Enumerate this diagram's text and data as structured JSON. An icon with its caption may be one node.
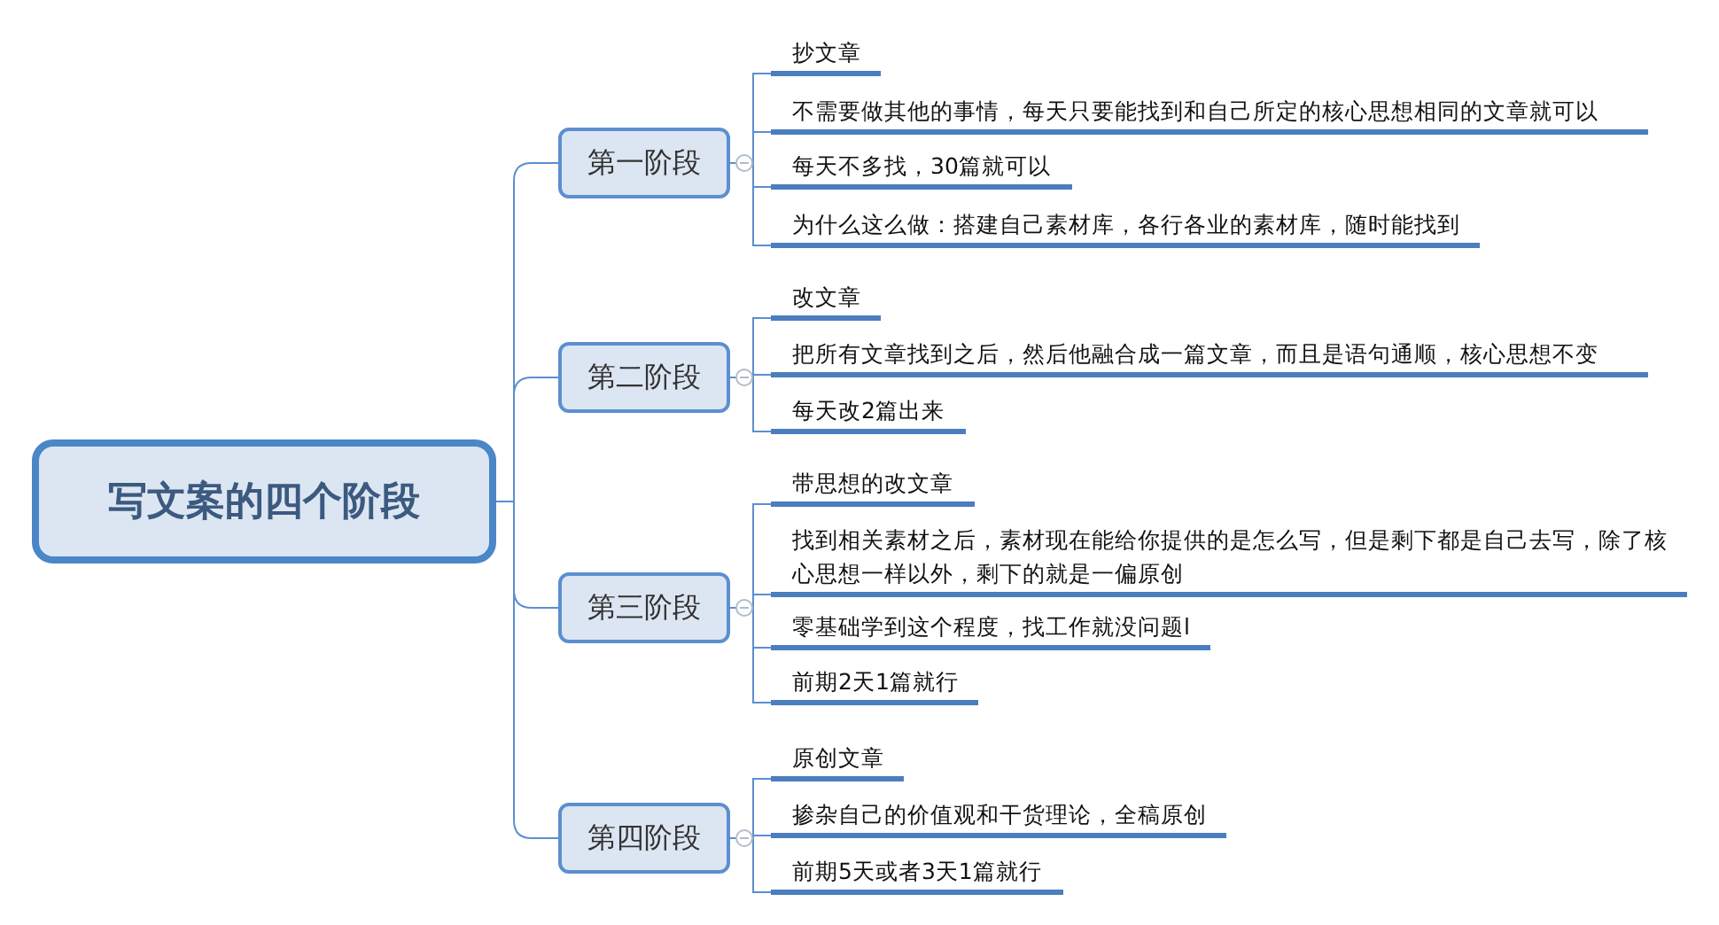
{
  "diagram": {
    "nodes": [
      {
        "text": [
          "写文案的四个阶段"
        ]
      },
      {
        "text": [
          "第一阶段"
        ]
      },
      {
        "text": [
          "抄文章"
        ]
      },
      {
        "text": [
          "不需要做其他的事情，每天只要能找到和自己所定的核心思想相同的文章就可以"
        ]
      },
      {
        "text": [
          "每天不多找，30篇就可以"
        ]
      },
      {
        "text": [
          "为什么这么做：搭建自己素材库，各行各业的素材库，随时能找到"
        ]
      },
      {
        "text": [
          "第二阶段"
        ]
      },
      {
        "text": [
          "改文章"
        ]
      },
      {
        "text": [
          "把所有文章找到之后，然后他融合成一篇文章，而且是语句通顺，核心思想不变"
        ]
      },
      {
        "text": [
          "每天改2篇出来"
        ]
      },
      {
        "text": [
          "第三阶段"
        ]
      },
      {
        "text": [
          "带思想的改文章"
        ]
      },
      {
        "text": [
          "找到相关素材之后，素材现在能给你提供的是怎么写，但是剩下都是自己去写，除了核心思想一样以外，剩下的就是一偏原创"
        ]
      },
      {
        "text": [
          "零基础学到这个程度，找工作就没问题l"
        ]
      },
      {
        "text": [
          "前期2天1篇就行"
        ]
      },
      {
        "text": [
          "第四阶段"
        ]
      },
      {
        "text": [
          "原创文章"
        ]
      },
      {
        "text": [
          "掺杂自己的价值观和干货理论，全稿原创"
        ]
      },
      {
        "text": [
          "前期5天或者3天1篇就行"
        ]
      }
    ],
    "edges": [
      {
        "from": 0,
        "to": 1,
        "arrow": "none"
      },
      {
        "from": 0,
        "to": 6,
        "arrow": "none"
      },
      {
        "from": 0,
        "to": 10,
        "arrow": "none"
      },
      {
        "from": 0,
        "to": 15,
        "arrow": "none"
      },
      {
        "from": 1,
        "to": 2,
        "arrow": "none"
      },
      {
        "from": 1,
        "to": 3,
        "arrow": "none"
      },
      {
        "from": 1,
        "to": 4,
        "arrow": "none"
      },
      {
        "from": 1,
        "to": 5,
        "arrow": "none"
      },
      {
        "from": 6,
        "to": 7,
        "arrow": "none"
      },
      {
        "from": 6,
        "to": 8,
        "arrow": "none"
      },
      {
        "from": 6,
        "to": 9,
        "arrow": "none"
      },
      {
        "from": 10,
        "to": 11,
        "arrow": "none"
      },
      {
        "from": 10,
        "to": 12,
        "arrow": "none"
      },
      {
        "from": 10,
        "to": 13,
        "arrow": "none"
      },
      {
        "from": 10,
        "to": 14,
        "arrow": "none"
      },
      {
        "from": 15,
        "to": 16,
        "arrow": "none"
      },
      {
        "from": 15,
        "to": 17,
        "arrow": "none"
      },
      {
        "from": 15,
        "to": 18,
        "arrow": "none"
      }
    ]
  }
}
